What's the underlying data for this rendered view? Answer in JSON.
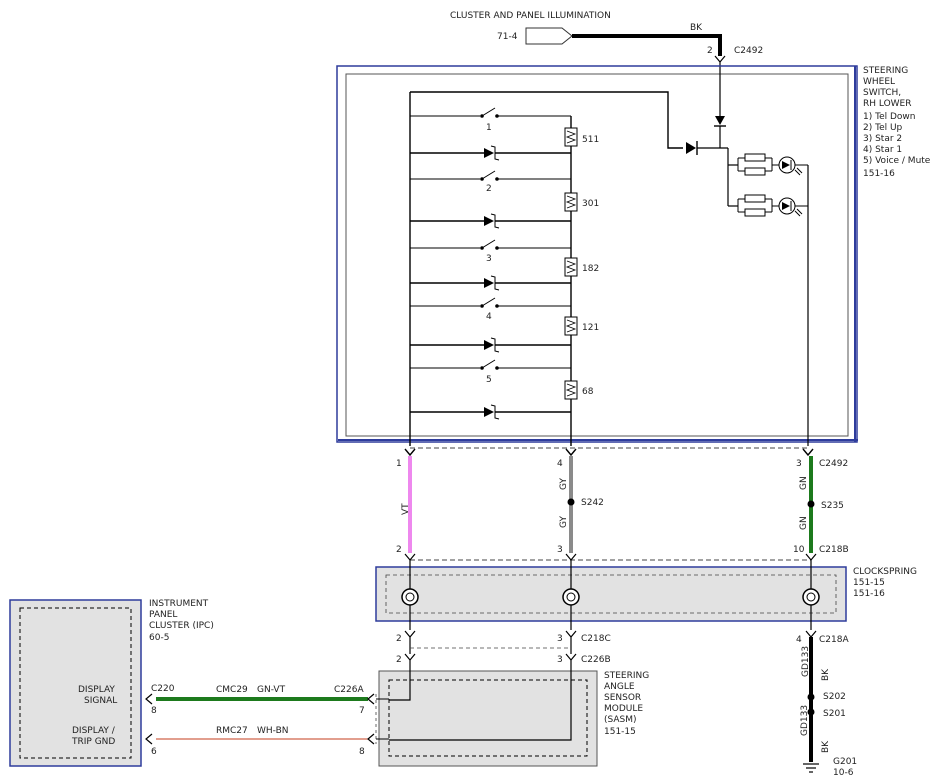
{
  "source": {
    "title": "CLUSTER AND PANEL ILLUMINATION",
    "ref": "71-4",
    "wire_color": "BK",
    "pin": "2",
    "connector": "C2492"
  },
  "swm": {
    "title_lines": [
      "STEERING",
      "WHEEL",
      "SWITCH,",
      "RH LOWER"
    ],
    "functions": [
      "1) Tel Down",
      "2) Tel Up",
      "3) Star 2",
      "4) Star 1",
      "5) Voice / Mute"
    ],
    "ref": "151-16",
    "switch_numbers": [
      "1",
      "2",
      "3",
      "4",
      "5"
    ],
    "resistors": [
      "511",
      "301",
      "182",
      "121",
      "68"
    ]
  },
  "wires": {
    "left": {
      "pin_top": "1",
      "color": "VT",
      "pin_bottom": "2"
    },
    "mid": {
      "pin_top": "4",
      "color_top": "GY",
      "splice": "S242",
      "color_bottom": "GY",
      "pin_bottom": "3"
    },
    "right": {
      "pin_top": "3",
      "connector_top": "C2492",
      "color_top": "GN",
      "splice": "S235",
      "color_bottom": "GN",
      "pin_bottom": "10",
      "connector_bottom": "C218B"
    }
  },
  "clockspring": {
    "title": "CLOCKSPRING",
    "refs": [
      "151-15",
      "151-16"
    ]
  },
  "below_clockspring": {
    "left_pin": "2",
    "mid_pin": "3",
    "connector": "C218C",
    "left_pin2": "2",
    "mid_pin2": "3",
    "connector2": "C226B",
    "right_pin": "4",
    "right_connector": "C218A"
  },
  "ground": {
    "circuit_top": "GD133",
    "color_top": "BK",
    "splice1": "S202",
    "splice2": "S201",
    "circuit_bottom": "GD133",
    "color_bottom": "BK",
    "ground_id": "G201",
    "ground_ref": "10-6"
  },
  "sasm": {
    "title_lines": [
      "STEERING",
      "ANGLE",
      "SENSOR",
      "MODULE",
      "(SASM)"
    ],
    "ref": "151-15"
  },
  "ipc": {
    "title_lines": [
      "INSTRUMENT",
      "PANEL",
      "CLUSTER (IPC)"
    ],
    "ref": "60-5",
    "display_signal_lines": [
      "DISPLAY",
      "SIGNAL"
    ],
    "display_trip_lines": [
      "DISPLAY /",
      "TRIP GND"
    ],
    "pin_signal": "8",
    "pin_trip": "6",
    "connector": "C220"
  },
  "bus": {
    "signal_circuit": "CMC29",
    "signal_color": "GN-VT",
    "signal_connector": "C226A",
    "signal_pin_sasm": "7",
    "trip_circuit": "RMC27",
    "trip_color": "WH-BN",
    "trip_pin_sasm": "8"
  },
  "colors": {
    "frame_blue": "#2e3c9c",
    "pink_wire": "#ee88ee",
    "gray_wire": "#8a8a8a",
    "green_wire": "#1d7a1d",
    "red_wire": "#c43c1c"
  }
}
